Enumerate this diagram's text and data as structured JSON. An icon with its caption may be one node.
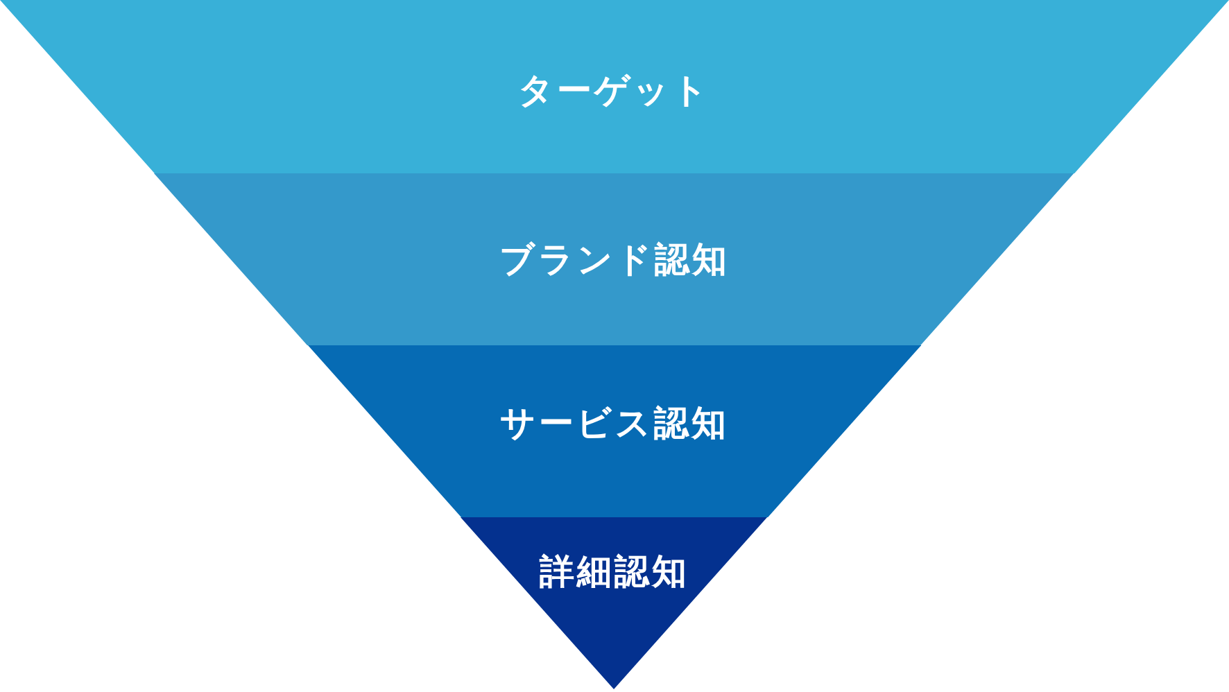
{
  "diagram": {
    "nodes": [
      {
        "text": [
          "ターゲット"
        ]
      },
      {
        "text": [
          "ブランド認知"
        ]
      },
      {
        "text": [
          "サービス認知"
        ]
      },
      {
        "text": [
          "詳細認知"
        ]
      }
    ]
  }
}
